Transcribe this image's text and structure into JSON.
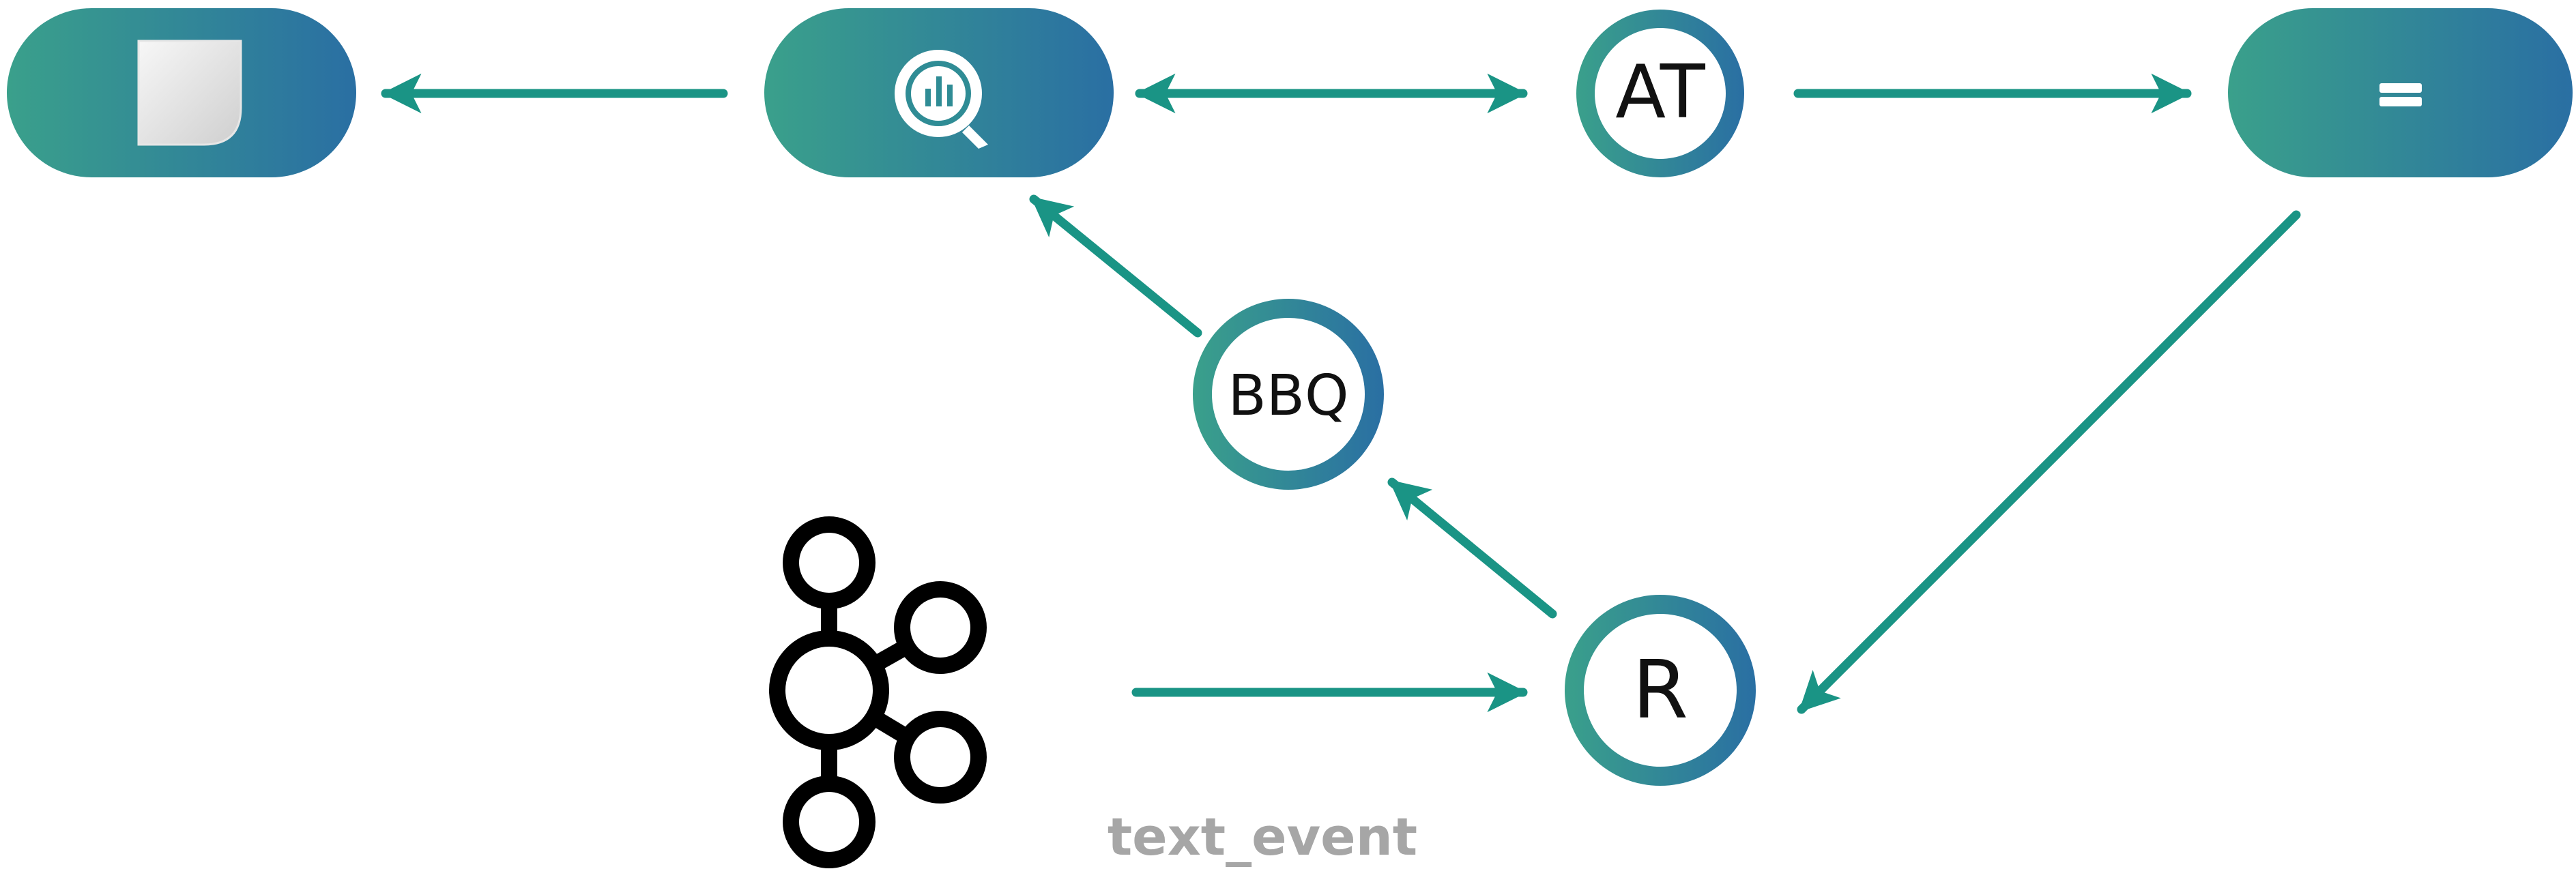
{
  "colors": {
    "gradient_start": "#3aa08b",
    "gradient_end": "#2a6fa3",
    "arrow": "#1a9485",
    "text": "#111111",
    "edge_label": "#a6a6a6",
    "icon_fill": "#ffffff",
    "kafka_icon": "#000000"
  },
  "nodes": {
    "sheets": {
      "icon": "google-sheets-doc-icon"
    },
    "bigquery": {
      "icon": "bigquery-magnifier-icon"
    },
    "at": {
      "label": "AT"
    },
    "store": {
      "icon": "database-stack-icon"
    },
    "bbq": {
      "label": "BBQ"
    },
    "r": {
      "label": "R"
    },
    "kafka": {
      "icon": "apache-kafka-icon"
    }
  },
  "edges": [
    {
      "from": "bigquery",
      "to": "sheets"
    },
    {
      "from": "bigquery",
      "to": "at",
      "bidirectional": true
    },
    {
      "from": "at",
      "to": "store"
    },
    {
      "from": "store",
      "to": "r"
    },
    {
      "from": "r",
      "to": "bbq"
    },
    {
      "from": "bbq",
      "to": "bigquery"
    },
    {
      "from": "kafka",
      "to": "r",
      "label": "text_event"
    }
  ]
}
